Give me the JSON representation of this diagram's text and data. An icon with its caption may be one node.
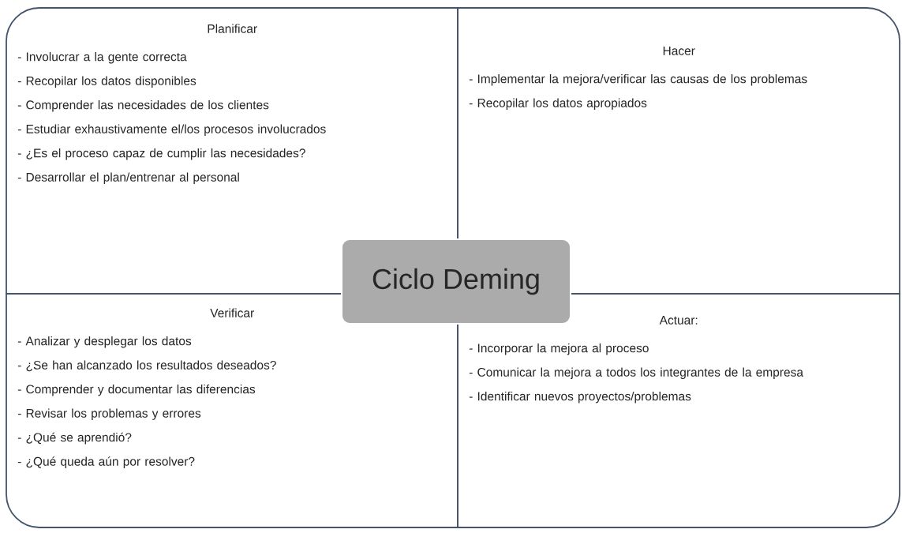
{
  "diagram": {
    "nodes": [
      {
        "text": [
          "Planificar",
          "- Involucrar a la gente correcta",
          "- Recopilar los datos disponibles",
          "- Comprender las necesidades de los clientes",
          "- Estudiar exhaustivamente el/los procesos involucrados",
          "- ¿Es el proceso capaz de cumplir las necesidades?",
          "- Desarrollar el plan/entrenar al personal"
        ]
      },
      {
        "text": [
          "Hacer",
          "- Implementar la mejora/verificar las causas de los problemas",
          "- Recopilar los datos apropiados"
        ]
      },
      {
        "text": [
          "Ciclo Deming"
        ]
      },
      {
        "text": [
          "Verificar",
          "- Analizar y desplegar los datos",
          "- ¿Se han alcanzado los resultados deseados?",
          "- Comprender y documentar las diferencias",
          "- Revisar los problemas y errores",
          "- ¿Qué se aprendió?",
          "- ¿Qué queda aún por resolver?"
        ]
      },
      {
        "text": [
          "Actuar:",
          "- Incorporar la mejora al proceso",
          "- Comunicar la mejora a todos los integrantes de la empresa",
          "- Identificar nuevos proyectos/problemas"
        ]
      }
    ]
  }
}
